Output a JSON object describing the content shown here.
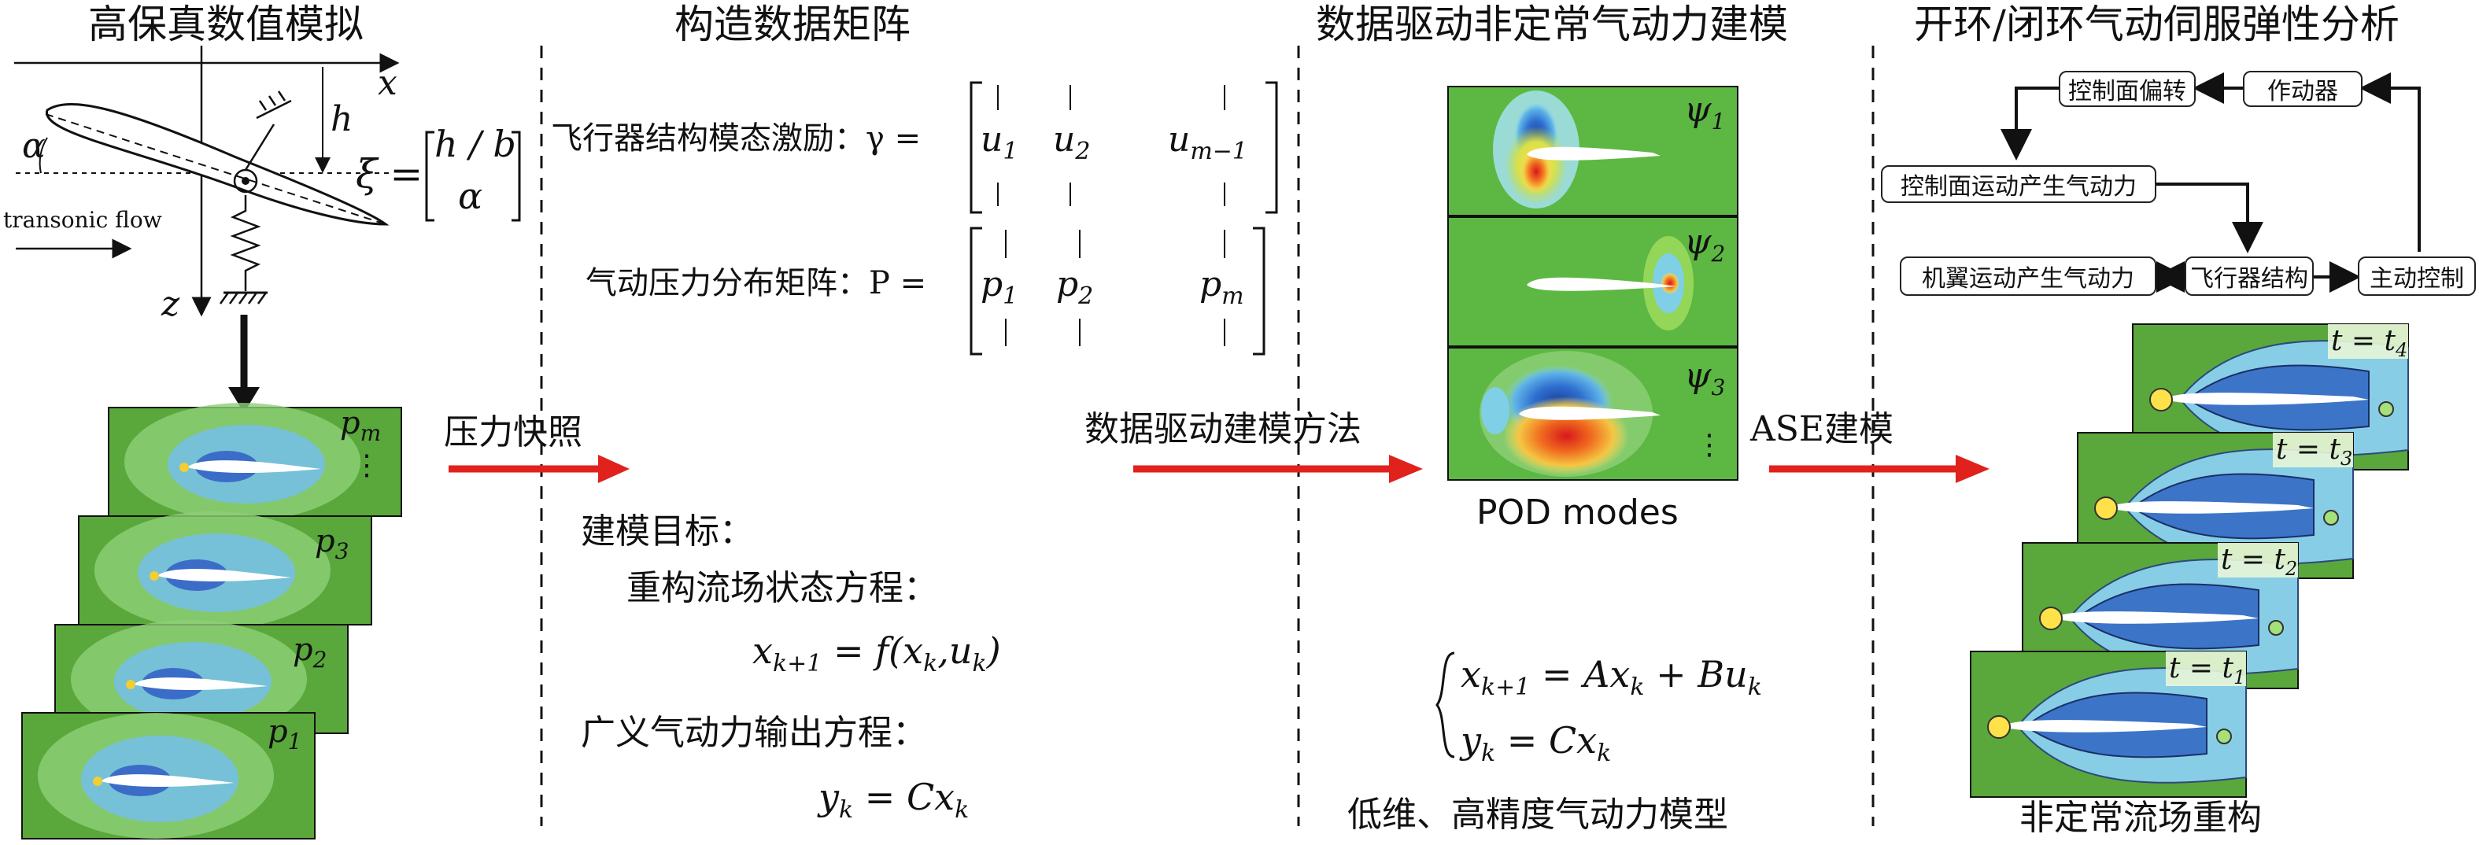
{
  "sections": {
    "s1": "高保真数值模拟",
    "s2": "构造数据矩阵",
    "s3": "数据驱动非定常气动力建模",
    "s4": "开环/闭环气动伺服弹性分析"
  },
  "airfoil": {
    "x_axis": "x",
    "z_axis": "z",
    "h_label": "h",
    "alpha_label": "α",
    "flow_label": "transonic flow",
    "xi_eq": "ξ =",
    "xi_top": "h / b",
    "xi_bottom": "α"
  },
  "snapshots": {
    "labels": [
      "p",
      "p",
      "p",
      "p"
    ],
    "subs": [
      "m",
      "3",
      "2",
      "1"
    ],
    "dots": "⋮"
  },
  "arrows": {
    "a1": "压力快照",
    "a2": "数据驱动建模方法",
    "a3": "ASE建模"
  },
  "matrix": {
    "gamma_label": "飞行器结构模态激励：γ =",
    "gamma_cols": [
      "u",
      "u",
      "u"
    ],
    "gamma_subs": [
      "1",
      "2",
      "m−1"
    ],
    "p_label": "气动压力分布矩阵：P =",
    "p_cols": [
      "p",
      "p",
      "p"
    ],
    "p_subs": [
      "1",
      "2",
      "m"
    ]
  },
  "goals": {
    "title": "建模目标：",
    "state_title": "重构流场状态方程：",
    "state_eq": "x",
    "state_sub": "k+1",
    "state_rhs": " = f(x",
    "state_rhs_sub1": "k",
    "state_rhs2": ",u",
    "state_rhs_sub2": "k",
    "state_rhs3": ")",
    "output_title": "广义气动力输出方程：",
    "out_lhs": "y",
    "out_lhs_sub": "k",
    "out_rhs": " = Cx",
    "out_rhs_sub": "k"
  },
  "pod": {
    "symbols": [
      "ψ",
      "ψ",
      "ψ"
    ],
    "subs": [
      "1",
      "2",
      "3"
    ],
    "dots": "⋮",
    "caption": "POD modes"
  },
  "ss": {
    "eq1_a": "x",
    "eq1_a_sub": "k+1",
    "eq1_b": " = Ax",
    "eq1_b_sub": "k",
    "eq1_c": " + Bu",
    "eq1_c_sub": "k",
    "eq2_a": "y",
    "eq2_a_sub": "k",
    "eq2_b": " = Cx",
    "eq2_b_sub": "k",
    "caption": "低维、高精度气动力模型"
  },
  "blocks": {
    "b1": "控制面偏转",
    "b2": "作动器",
    "b3": "控制面运动产生气动力",
    "b4": "机翼运动产生气动力",
    "b5": "飞行器结构",
    "b6": "主动控制"
  },
  "recon": {
    "labels": [
      "t = t",
      "t = t",
      "t = t",
      "t = t"
    ],
    "subs": [
      "4",
      "3",
      "2",
      "1"
    ],
    "caption": "非定常流场重构"
  }
}
